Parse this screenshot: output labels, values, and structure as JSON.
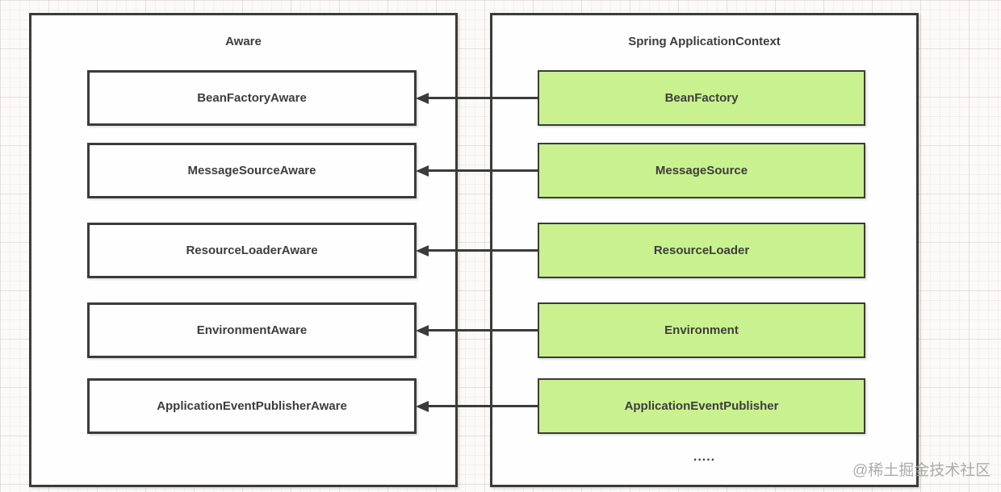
{
  "left_panel": {
    "title": "Aware",
    "items": [
      {
        "label": "BeanFactoryAware"
      },
      {
        "label": "MessageSourceAware"
      },
      {
        "label": "ResourceLoaderAware"
      },
      {
        "label": "EnvironmentAware"
      },
      {
        "label": "ApplicationEventPublisherAware"
      }
    ]
  },
  "right_panel": {
    "title": "Spring ApplicationContext",
    "items": [
      {
        "label": "BeanFactory"
      },
      {
        "label": "MessageSource"
      },
      {
        "label": "ResourceLoader"
      },
      {
        "label": "Environment"
      },
      {
        "label": "ApplicationEventPublisher"
      }
    ],
    "ellipsis": "....."
  },
  "connections": [
    {
      "from": "BeanFactory",
      "to": "BeanFactoryAware",
      "direction": "left"
    },
    {
      "from": "MessageSource",
      "to": "MessageSourceAware",
      "direction": "left"
    },
    {
      "from": "ResourceLoader",
      "to": "ResourceLoaderAware",
      "direction": "left"
    },
    {
      "from": "Environment",
      "to": "EnvironmentAware",
      "direction": "left"
    },
    {
      "from": "ApplicationEventPublisher",
      "to": "ApplicationEventPublisherAware",
      "direction": "left"
    }
  ],
  "watermark": "@稀土掘金技术社区",
  "colors": {
    "box_green": "#c9f18f",
    "border_dark": "#3b3b3b",
    "panel_bg": "#fefefe"
  }
}
